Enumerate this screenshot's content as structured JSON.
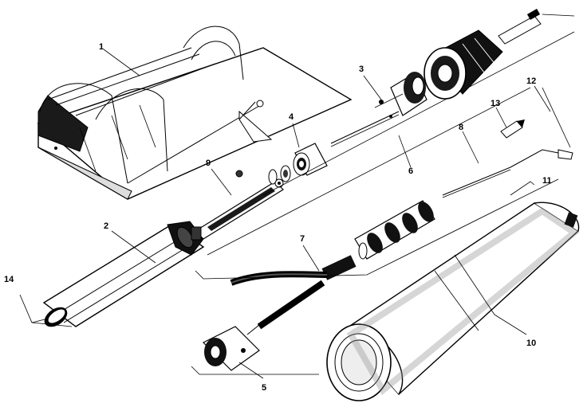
{
  "diagram": {
    "callouts": {
      "c1": "1",
      "c2": "2",
      "c3": "3",
      "c4": "4",
      "c5": "5",
      "c6": "6",
      "c7": "7",
      "c8": "8",
      "c9": "9",
      "c10": "10",
      "c11": "11",
      "c12": "12",
      "c13": "13",
      "c14": "14"
    },
    "colors": {
      "ink": "#000000",
      "paper": "#ffffff",
      "shade": "#2a2a2a",
      "mid": "#8a8a8a"
    }
  }
}
